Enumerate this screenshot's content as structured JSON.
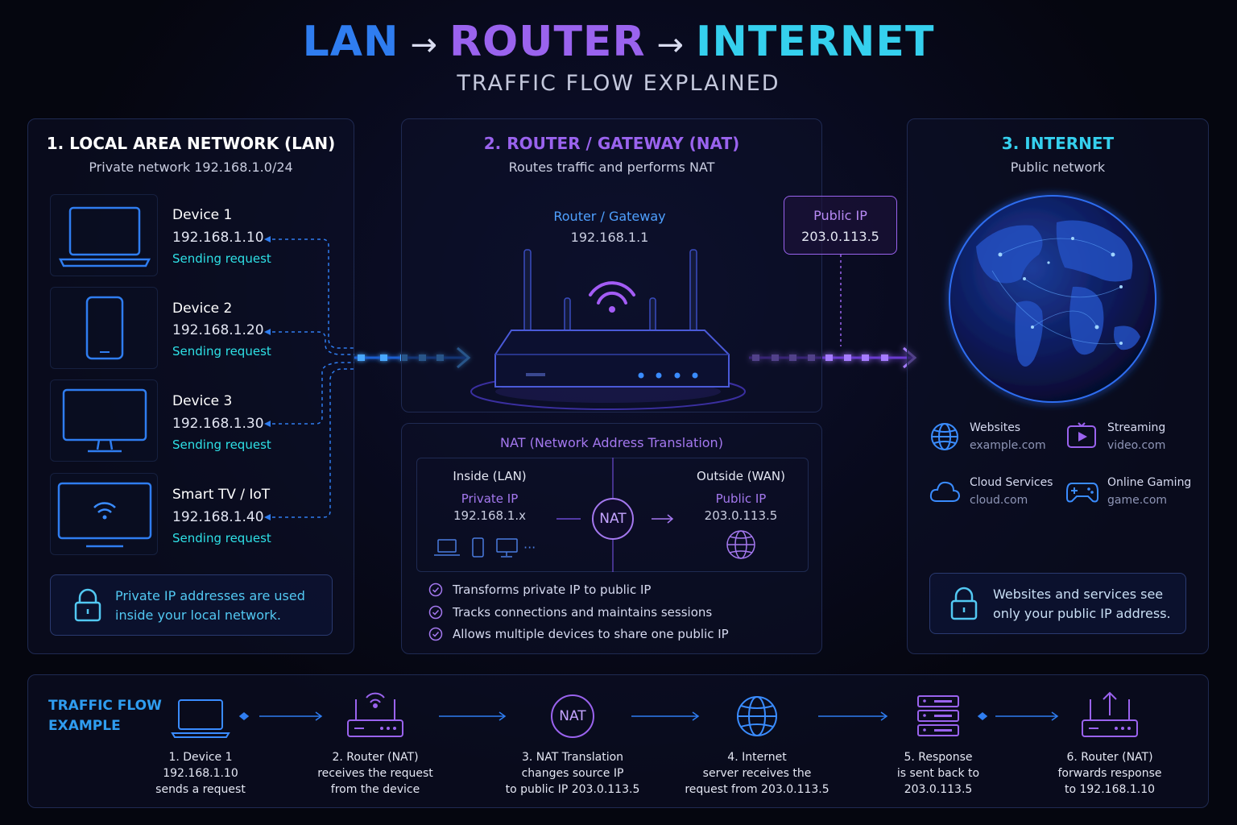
{
  "header": {
    "title_lan": "LAN",
    "title_router": "ROUTER",
    "title_internet": "INTERNET",
    "arrow": "→",
    "subtitle": "TRAFFIC FLOW EXPLAINED"
  },
  "lan": {
    "title": "1. LOCAL AREA NETWORK (LAN)",
    "subtitle": "Private network 192.168.1.0/24",
    "devices": [
      {
        "name": "Device 1",
        "ip": "192.168.1.10",
        "status": "Sending request",
        "icon": "laptop-icon"
      },
      {
        "name": "Device 2",
        "ip": "192.168.1.20",
        "status": "Sending request",
        "icon": "phone-icon"
      },
      {
        "name": "Device 3",
        "ip": "192.168.1.30",
        "status": "Sending request",
        "icon": "monitor-icon"
      },
      {
        "name": "Smart TV / IoT",
        "ip": "192.168.1.40",
        "status": "Sending request",
        "icon": "tv-icon"
      }
    ],
    "note": [
      "Private IP addresses are used",
      "inside your local network."
    ]
  },
  "router": {
    "title": "2. ROUTER / GATEWAY (NAT)",
    "subtitle": "Routes traffic and performs NAT",
    "device_label": "Router / Gateway",
    "device_ip": "192.168.1.1",
    "public_ip_label": "Public IP",
    "public_ip": "203.0.113.5",
    "nat": {
      "title": "NAT (Network Address Translation)",
      "inside_title": "Inside (LAN)",
      "inside_label": "Private IP",
      "inside_ip": "192.168.1.x",
      "nat_badge": "NAT",
      "outside_title": "Outside (WAN)",
      "outside_label": "Public IP",
      "outside_ip": "203.0.113.5",
      "more": "···",
      "bullets": [
        "Transforms private IP to public IP",
        "Tracks connections and maintains sessions",
        "Allows multiple devices to share one public IP"
      ]
    }
  },
  "internet": {
    "title": "3. INTERNET",
    "subtitle": "Public network",
    "services": [
      {
        "name": "Websites",
        "host": "example.com",
        "icon": "globe-icon"
      },
      {
        "name": "Streaming",
        "host": "video.com",
        "icon": "play-icon"
      },
      {
        "name": "Cloud Services",
        "host": "cloud.com",
        "icon": "cloud-icon"
      },
      {
        "name": "Online Gaming",
        "host": "game.com",
        "icon": "gamepad-icon"
      }
    ],
    "note": [
      "Websites and services see",
      "only your public IP address."
    ]
  },
  "flow": {
    "title": [
      "TRAFFIC FLOW",
      "EXAMPLE"
    ],
    "steps": [
      {
        "lines": [
          "1. Device 1",
          "192.168.1.10",
          "sends a request"
        ],
        "icon": "laptop-icon"
      },
      {
        "lines": [
          "2. Router (NAT)",
          "receives the request",
          "from the device"
        ],
        "icon": "router-icon"
      },
      {
        "lines": [
          "3. NAT Translation",
          "changes source IP",
          "to public IP 203.0.113.5"
        ],
        "icon": "nat-icon",
        "badge": "NAT"
      },
      {
        "lines": [
          "4. Internet",
          "server receives the",
          "request from 203.0.113.5"
        ],
        "icon": "globe-icon"
      },
      {
        "lines": [
          "5. Response",
          "is sent back to",
          "203.0.113.5"
        ],
        "icon": "server-icon"
      },
      {
        "lines": [
          "6. Router (NAT)",
          "forwards response",
          "to 192.168.1.10"
        ],
        "icon": "router-icon"
      }
    ]
  },
  "colors": {
    "lan_blue": "#2f7df0",
    "router_purple": "#9a63ee",
    "internet_cyan": "#35d0ee",
    "status_cyan": "#2ee0e6"
  }
}
